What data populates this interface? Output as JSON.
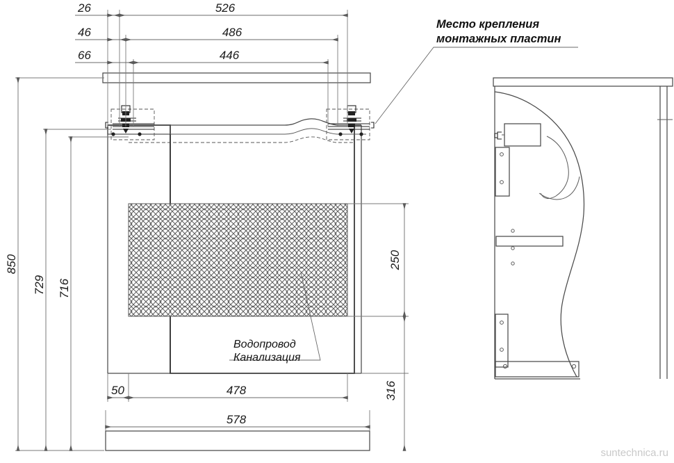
{
  "drawing": {
    "title": "Bathroom vanity cabinet installation drawing",
    "watermark": "suntechnica.ru",
    "notes": {
      "mounting_note_line1": "Место крепления",
      "mounting_note_line2": "монтажных пластин",
      "plumbing_line1": "Водопровод",
      "plumbing_line2": "Канализация"
    },
    "dimensions": {
      "top": [
        {
          "name": "dim-26",
          "value": "26"
        },
        {
          "name": "dim-526",
          "value": "526"
        },
        {
          "name": "dim-46",
          "value": "46"
        },
        {
          "name": "dim-486",
          "value": "486"
        },
        {
          "name": "dim-66",
          "value": "66"
        },
        {
          "name": "dim-446",
          "value": "446"
        }
      ],
      "left": [
        {
          "name": "dim-850",
          "value": "850"
        },
        {
          "name": "dim-729",
          "value": "729"
        },
        {
          "name": "dim-716",
          "value": "716"
        }
      ],
      "right": [
        {
          "name": "dim-250",
          "value": "250"
        },
        {
          "name": "dim-316",
          "value": "316"
        }
      ],
      "bottom": [
        {
          "name": "dim-50",
          "value": "50"
        },
        {
          "name": "dim-478",
          "value": "478"
        },
        {
          "name": "dim-578",
          "value": "578"
        }
      ]
    },
    "colors": {
      "object_line": "#4a4a4a",
      "dimension_line": "#6a6a6a",
      "text": "#111111",
      "watermark": "#c9c9c9",
      "background": "#ffffff"
    }
  }
}
